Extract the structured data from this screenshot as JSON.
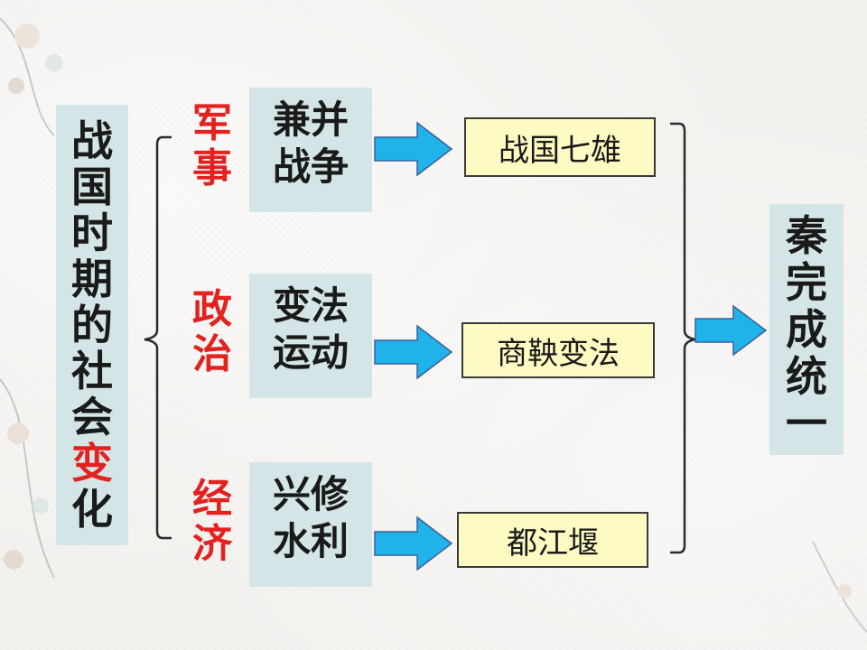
{
  "title_box": [
    "战",
    "国",
    "时",
    "期",
    "的",
    "社",
    "会",
    "变",
    "化"
  ],
  "title_highlight_index": 7,
  "rows": [
    {
      "category": [
        "军",
        "事"
      ],
      "action": [
        "兼并",
        "战争"
      ],
      "result": "战国七雄"
    },
    {
      "category": [
        "政",
        "治"
      ],
      "action": [
        "变法",
        "运动"
      ],
      "result": "商鞅变法"
    },
    {
      "category": [
        "经",
        "济"
      ],
      "action": [
        "兴修",
        "水利"
      ],
      "result": "都江堰"
    }
  ],
  "conclusion": [
    "秦",
    "完",
    "成",
    "统",
    "一"
  ],
  "colors": {
    "panel": "#d3e5e6",
    "result_fill": "#fdfbc1",
    "category_text": "#e3211f",
    "arrow": "#1fb3ea"
  }
}
